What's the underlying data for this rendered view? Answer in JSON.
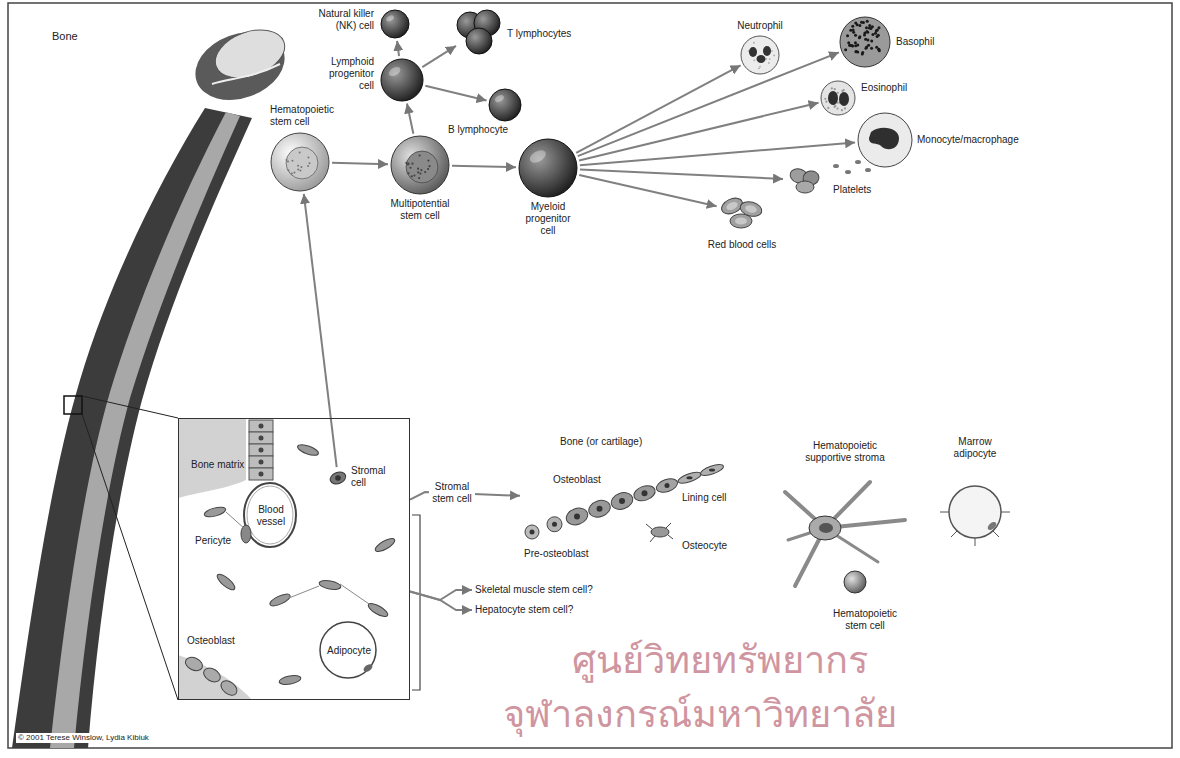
{
  "diagram": {
    "nodes": [
      {
        "text": [
          "Bone matrix",
          "Blood vessel",
          "Pericyte",
          "Osteoblast",
          "Adipocyte"
        ]
      },
      {
        "text": [
          "Stromal cell"
        ],
        "in": 0
      },
      {
        "text": [
          "Natural killer (NK) cell"
        ]
      },
      {
        "text": [
          "T lymphocytes"
        ]
      },
      {
        "text": [
          "Lymphoid progenitor cell"
        ]
      },
      {
        "text": [
          "B lymphocyte"
        ]
      },
      {
        "text": [
          "Hematopoietic stem cell"
        ]
      },
      {
        "text": [
          "Multipotential stem cell"
        ]
      },
      {
        "text": [
          "Myeloid progenitor cell"
        ]
      },
      {
        "text": [
          "Neutrophil"
        ]
      },
      {
        "text": [
          "Basophil"
        ]
      },
      {
        "text": [
          "Eosinophil"
        ]
      },
      {
        "text": [
          "Monocyte/macrophage"
        ]
      },
      {
        "text": [
          "Platelets"
        ]
      },
      {
        "text": [
          "Red blood cells"
        ]
      },
      {
        "text": [
          "Bone (or cartilage)",
          "Osteoblast",
          "Lining cell",
          "Pre-osteoblast",
          "Osteocyte"
        ]
      },
      {
        "text": [
          "Hematopoietic supportive stroma",
          "Hematopoietic stem cell"
        ]
      },
      {
        "text": [
          "Marrow adipocyte"
        ]
      },
      {
        "text": [
          "Skeletal muscle stem cell?"
        ]
      },
      {
        "text": [
          "Hepatocyte stem cell?"
        ]
      }
    ],
    "edges": [
      {
        "from": 1,
        "to": 6,
        "arrow": "to"
      },
      {
        "from": 6,
        "to": 7,
        "arrow": "to"
      },
      {
        "from": 7,
        "to": 4,
        "arrow": "to"
      },
      {
        "from": 7,
        "to": 8,
        "arrow": "to"
      },
      {
        "from": 4,
        "to": 2,
        "arrow": "to"
      },
      {
        "from": 4,
        "to": 3,
        "arrow": "to"
      },
      {
        "from": 4,
        "to": 5,
        "arrow": "to"
      },
      {
        "from": 8,
        "to": 9,
        "arrow": "to"
      },
      {
        "from": 8,
        "to": 10,
        "arrow": "to"
      },
      {
        "from": 8,
        "to": 11,
        "arrow": "to"
      },
      {
        "from": 8,
        "to": 12,
        "arrow": "to"
      },
      {
        "from": 8,
        "to": 13,
        "arrow": "to"
      },
      {
        "from": 8,
        "to": 14,
        "arrow": "to"
      },
      {
        "from": 0,
        "to": 15,
        "label": "Stromal stem cell",
        "arrow": "to"
      },
      {
        "from": 0,
        "to": 18,
        "arrow": "to"
      },
      {
        "from": 0,
        "to": 19,
        "arrow": "to"
      }
    ],
    "labels": [
      "Bone",
      "© 2001 Terese Winslow, Lydia Kibiuk",
      "ศูนย์วิทยทรัพยากร",
      "จุฬาลงกรณ์มหาวิทยาลัย"
    ]
  }
}
